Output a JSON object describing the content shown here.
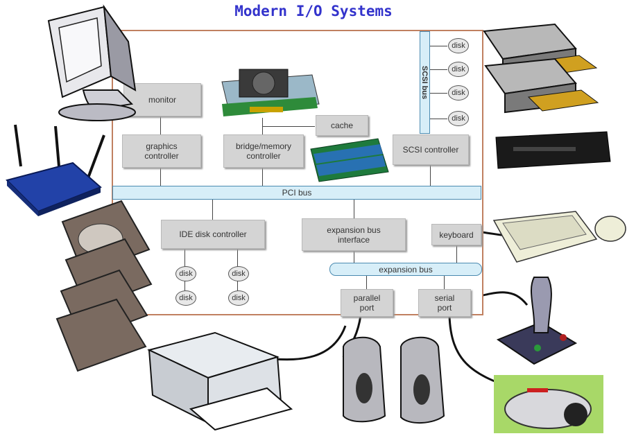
{
  "title": "Modern I/O Systems",
  "boxes": {
    "monitor": "monitor",
    "cache": "cache",
    "graphics": "graphics\ncontroller",
    "bridge": "bridge/memory\ncontroller",
    "scsi_controller": "SCSI controller",
    "ide": "IDE disk controller",
    "expansion_if": "expansion bus\ninterface",
    "keyboard": "keyboard",
    "parallel": "parallel\nport",
    "serial": "serial\nport"
  },
  "buses": {
    "pci": "PCI bus",
    "scsi": "SCSI bus",
    "expansion": "expansion bus"
  },
  "disk_label": "disk"
}
